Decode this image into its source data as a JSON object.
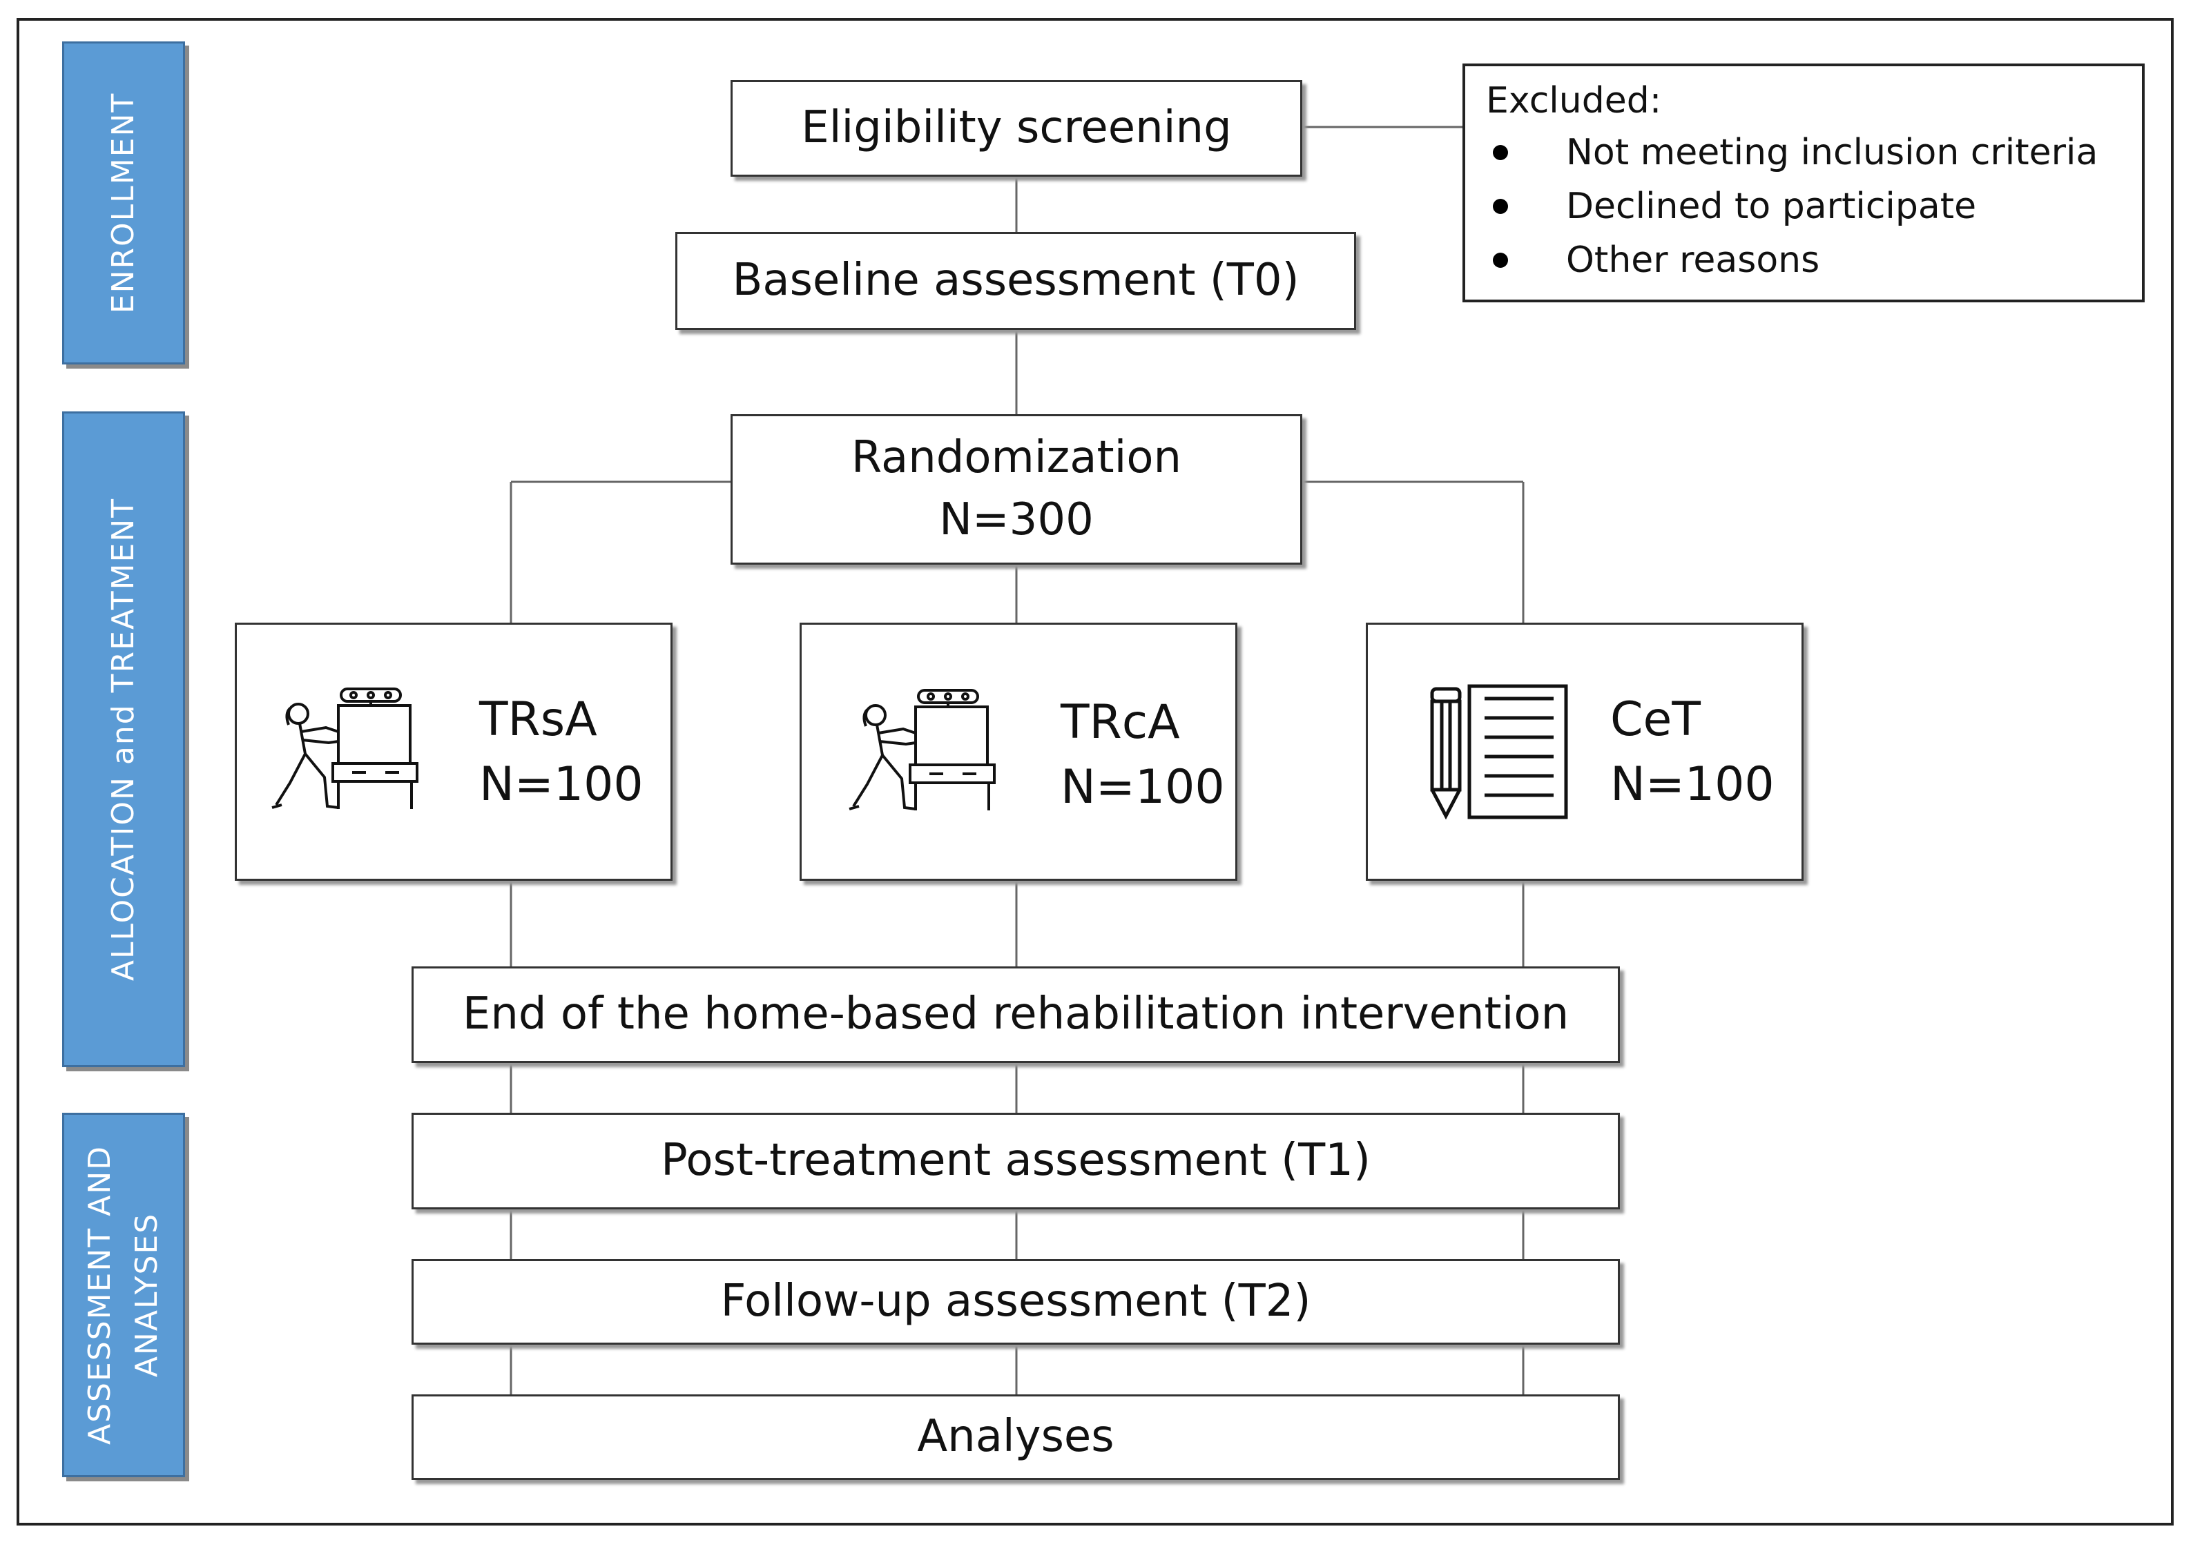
{
  "phases": {
    "enrollment": "ENROLLMENT",
    "allocation": "ALLOCATION and TREATMENT",
    "assessment_line1": "ASSESSMENT AND",
    "assessment_line2": "ANALYSES"
  },
  "boxes": {
    "eligibility": "Eligibility screening",
    "baseline": "Baseline assessment (T0)",
    "randomization_line1": "Randomization",
    "randomization_line2": "N=300",
    "end_intervention": "End of the home-based rehabilitation intervention",
    "post_treatment": "Post-treatment assessment (T1)",
    "follow_up": "Follow-up assessment (T2)",
    "analyses": "Analyses"
  },
  "excluded": {
    "title": "Excluded:",
    "items": [
      "Not meeting inclusion criteria",
      "Declined to participate",
      "Other reasons"
    ]
  },
  "arms": [
    {
      "name": "TRsA",
      "n": "N=100",
      "icon": "person-pushing-tv-icon"
    },
    {
      "name": "TRcA",
      "n": "N=100",
      "icon": "person-pushing-tv-icon"
    },
    {
      "name": "CeT",
      "n": "N=100",
      "icon": "pencil-document-icon"
    }
  ],
  "colors": {
    "phase_fill": "#5b9bd5",
    "line": "#555555"
  }
}
